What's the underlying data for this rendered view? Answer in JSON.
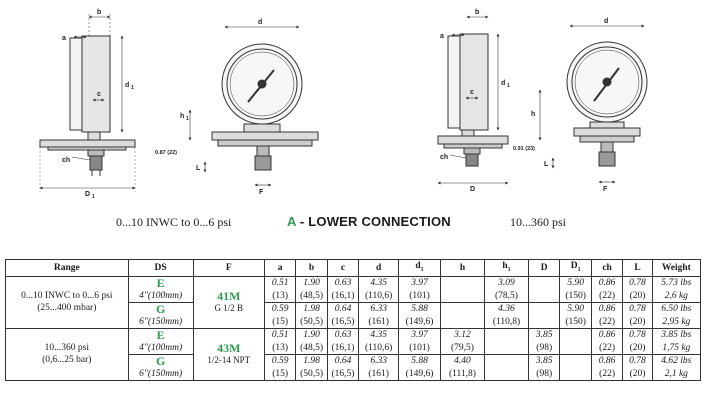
{
  "drawing_labels": {
    "b": "b",
    "a": "a",
    "d": "d",
    "d1": "d",
    "c": "c",
    "h1": "h",
    "h": "h",
    "ch": "ch",
    "D1": "D",
    "D": "D",
    "L": "L",
    "F": "F",
    "dim_left": "0.87 (22)",
    "dim_right": "0.91 (23)"
  },
  "captions": {
    "left_range": "0...10 INWC to 0...6 psi",
    "right_range": "10...360 psi",
    "title_letter": "A",
    "title_text": " - LOWER CONNECTION"
  },
  "table": {
    "headers": [
      "Range",
      "DS",
      "F",
      "a",
      "b",
      "c",
      "d",
      "d",
      "h",
      "h",
      "D",
      "D",
      "ch",
      "L",
      "Weight"
    ],
    "header_subs": {
      "d1": "1",
      "h1": "1",
      "D1": "1"
    },
    "groups": [
      {
        "range": "0...10 INWC to 0...6 psi",
        "range_sub": "(25...400 mbar)",
        "rows": [
          {
            "ds": "E",
            "ds_size": "4\"(100mm)",
            "top": [
              "0.51",
              "1.90",
              "0.63",
              "4.35",
              "3.97",
              "",
              "3.09",
              "",
              "5.90",
              "0.86",
              "0.78",
              "5.73 lbs"
            ],
            "bottom": [
              "(13)",
              "(48,5)",
              "(16,1)",
              "(110,6)",
              "(101)",
              "",
              "(78,5)",
              "",
              "(150)",
              "(22)",
              "(20)",
              "2,6 kg"
            ]
          },
          {
            "ds": "G",
            "ds_size": "6\"(150mm)",
            "top": [
              "0.59",
              "1.98",
              "0.64",
              "6.33",
              "5.88",
              "",
              "4.36",
              "",
              "5.90",
              "0.86",
              "0.78",
              "6.50 lbs"
            ],
            "bottom": [
              "(15)",
              "(50,5)",
              "(16,5)",
              "(161)",
              "(149,6)",
              "",
              "(110,8)",
              "",
              "(150)",
              "(22)",
              "(20)",
              "2,95 kg"
            ]
          }
        ],
        "connection": "41M",
        "connection_sub": "G 1/2 B"
      },
      {
        "range": "10...360 psi",
        "range_sub": "(0,6...25 bar)",
        "rows": [
          {
            "ds": "E",
            "ds_size": "4\"(100mm)",
            "top": [
              "0.51",
              "1.90",
              "0.63",
              "4.35",
              "3.97",
              "3.12",
              "",
              "3.85",
              "",
              "0.86",
              "0.78",
              "3.85 lbs"
            ],
            "bottom": [
              "(13)",
              "(48,5)",
              "(16,1)",
              "(110,6)",
              "(101)",
              "(79,5)",
              "",
              "(98)",
              "",
              "(22)",
              "(20)",
              "1,75 kg"
            ]
          },
          {
            "ds": "G",
            "ds_size": "6\"(150mm)",
            "top": [
              "0.59",
              "1.98",
              "0.64",
              "6.33",
              "5.88",
              "4.40",
              "",
              "3.85",
              "",
              "0.86",
              "0.78",
              "4.62 lbs"
            ],
            "bottom": [
              "(15)",
              "(50,5)",
              "(16,5)",
              "(161)",
              "(149,6)",
              "(111,8)",
              "",
              "(98)",
              "",
              "(22)",
              "(20)",
              "2,1 kg"
            ]
          }
        ],
        "connection": "43M",
        "connection_sub": "1/2-14 NPT"
      }
    ]
  }
}
